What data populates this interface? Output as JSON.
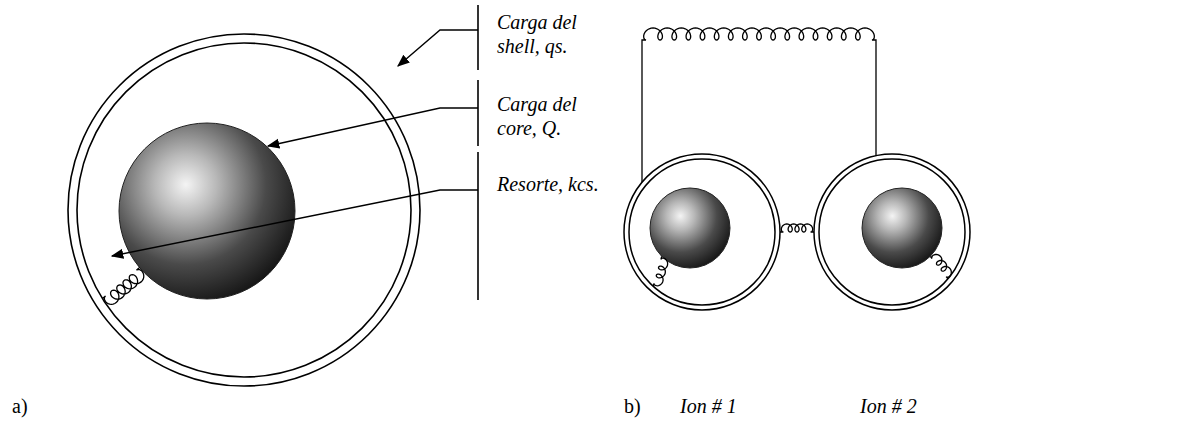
{
  "diagram": {
    "nodes": [
      {
        "text": [
          "Ion # 1"
        ]
      },
      {
        "text": [
          "Ion # 2"
        ]
      }
    ],
    "edges": [
      {
        "from": 0,
        "to": 1,
        "arrow": "none"
      },
      {
        "from": 0,
        "to": 1,
        "arrow": "none"
      }
    ],
    "labels": [
      "Carga del shell, qs.",
      "Carga del core, Q.",
      "Resorte, kcs.",
      "a)",
      "b)"
    ]
  }
}
